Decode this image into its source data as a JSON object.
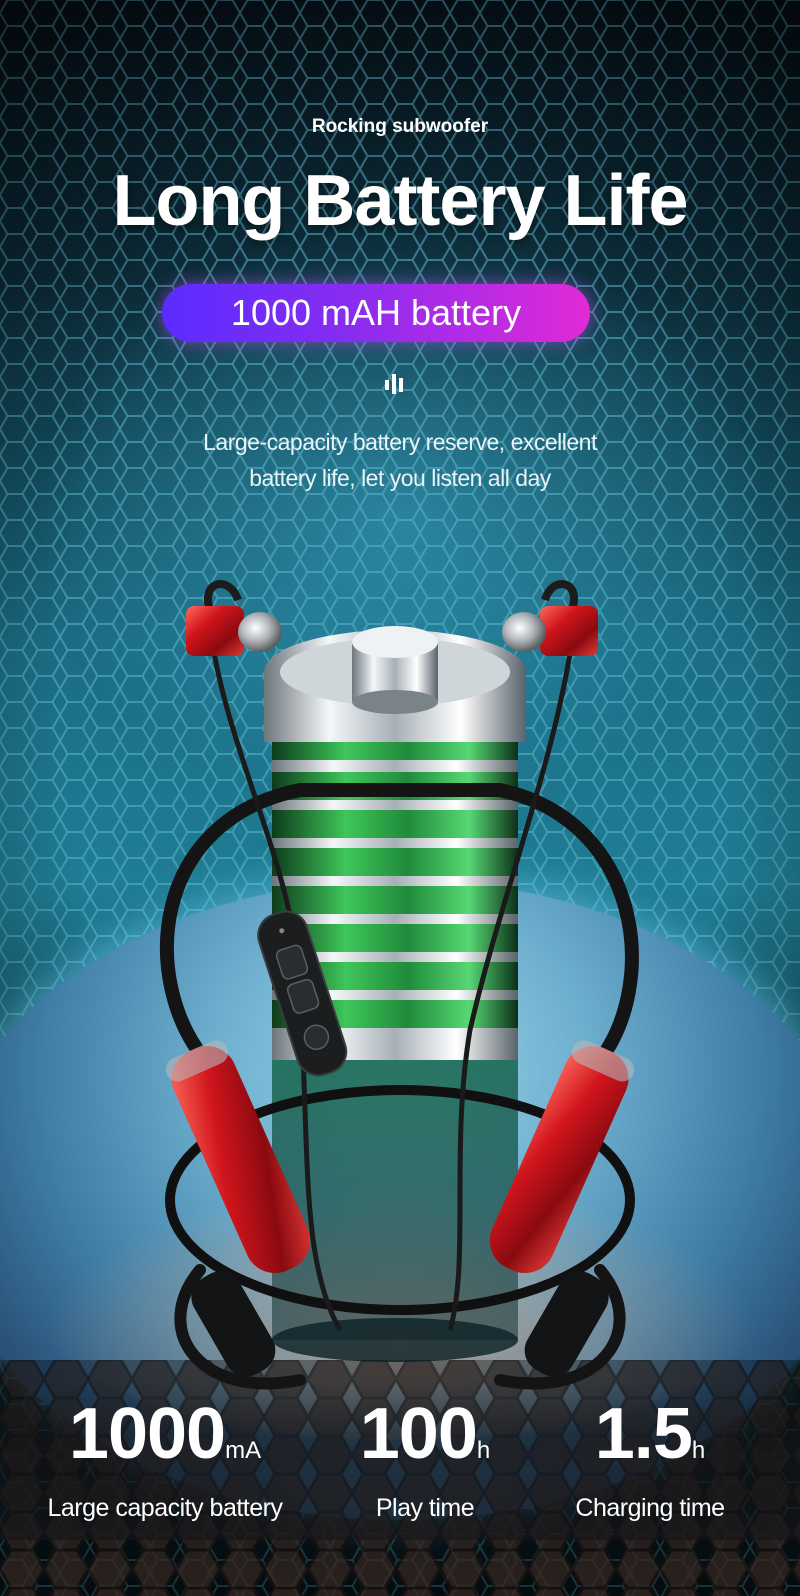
{
  "header": {
    "subtitle": "Rocking subwoofer",
    "title": "Long Battery Life",
    "badge": "1000 mAH battery",
    "icon": "sound-wave-icon",
    "description_line1": "Large-capacity battery reserve, excellent",
    "description_line2": "battery life, let you listen all day"
  },
  "product": {
    "image": "neckband-earphones-around-battery",
    "colors": {
      "accent_red": "#c8141a",
      "battery_green": "#2fae4a",
      "badge_start": "#5a2cff",
      "badge_end": "#e22ad6"
    }
  },
  "stats": [
    {
      "value": "1000",
      "unit": "mA",
      "label": "Large capacity battery"
    },
    {
      "value": "100",
      "unit": "h",
      "label": "Play time"
    },
    {
      "value": "1.5",
      "unit": "h",
      "label": "Charging time"
    }
  ]
}
